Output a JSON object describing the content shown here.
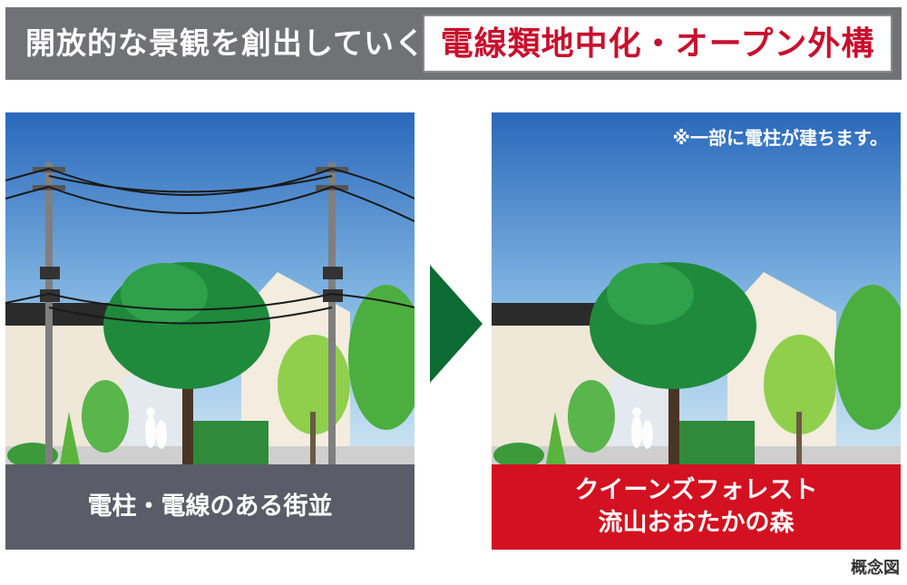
{
  "header": {
    "left_text": "開放的な景観を創出していく",
    "right_text": "電線類地中化・オープン外構"
  },
  "left_panel": {
    "caption": "電柱・電線のある街並"
  },
  "right_panel": {
    "note": "※一部に電柱が建ちます。",
    "caption_line1": "クイーンズフォレスト",
    "caption_line2": "流山おおたかの森"
  },
  "arrow_icon": "chevron-right-icon",
  "footnote": "概念図",
  "colors": {
    "header_gray": "#717276",
    "title_red": "#c8102e",
    "caption_gray": "#5a5d67",
    "caption_red": "#d31120",
    "arrow_green": "#0b6b32",
    "sky_top": "#2f6fc0",
    "sky_bottom": "#c9e0f2"
  }
}
